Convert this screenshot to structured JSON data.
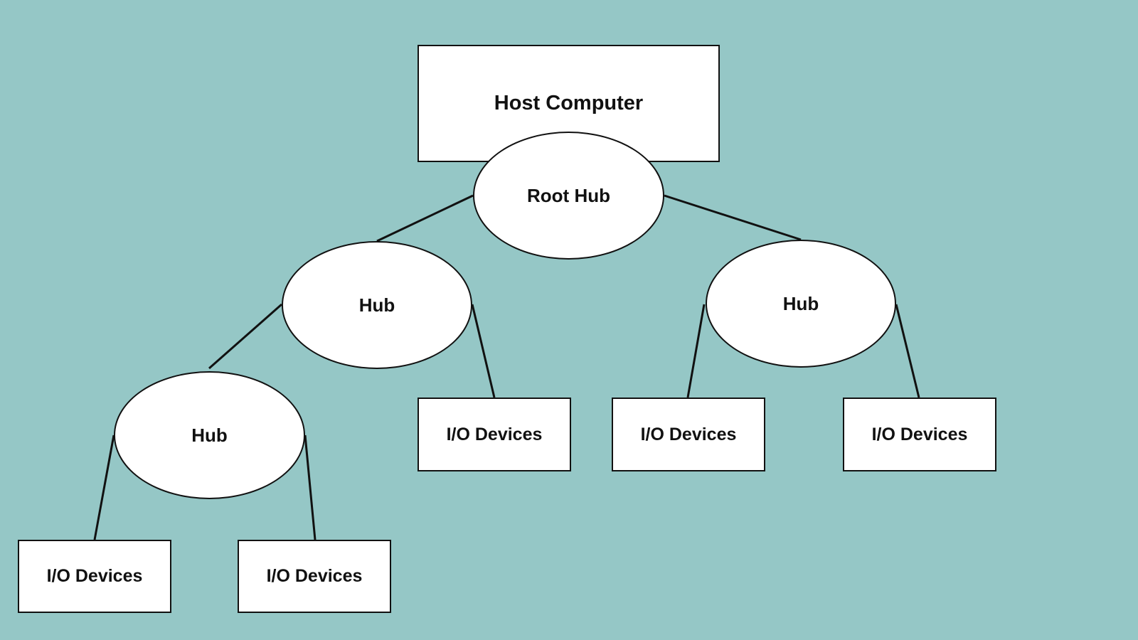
{
  "diagram": {
    "host": {
      "label": "Host Computer"
    },
    "root_hub": {
      "label": "Root Hub"
    },
    "hub_left": {
      "label": "Hub"
    },
    "hub_right": {
      "label": "Hub"
    },
    "hub_lower": {
      "label": "Hub"
    },
    "io_1": {
      "label": "I/O Devices"
    },
    "io_2": {
      "label": "I/O Devices"
    },
    "io_3": {
      "label": "I/O Devices"
    },
    "io_4": {
      "label": "I/O Devices"
    },
    "io_5": {
      "label": "I/O Devices"
    },
    "connections": [
      [
        "root_hub",
        "hub_left"
      ],
      [
        "root_hub",
        "hub_right"
      ],
      [
        "hub_left",
        "hub_lower"
      ],
      [
        "hub_left",
        "io_3"
      ],
      [
        "hub_right",
        "io_4"
      ],
      [
        "hub_right",
        "io_5"
      ],
      [
        "hub_lower",
        "io_1"
      ],
      [
        "hub_lower",
        "io_2"
      ]
    ]
  },
  "colors": {
    "background": "#95c7c6",
    "node_fill": "#ffffff",
    "stroke": "#111111"
  }
}
